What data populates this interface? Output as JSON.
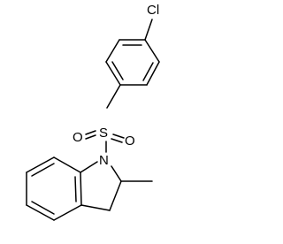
{
  "molecule": {
    "atoms": {
      "chlorine": "Cl",
      "sulfur": "S",
      "oxygen_left": "O",
      "oxygen_right": "O",
      "nitrogen": "N"
    }
  },
  "style": {
    "bond_color": "#000000",
    "label_color": "#000000",
    "background": "#ffffff"
  }
}
